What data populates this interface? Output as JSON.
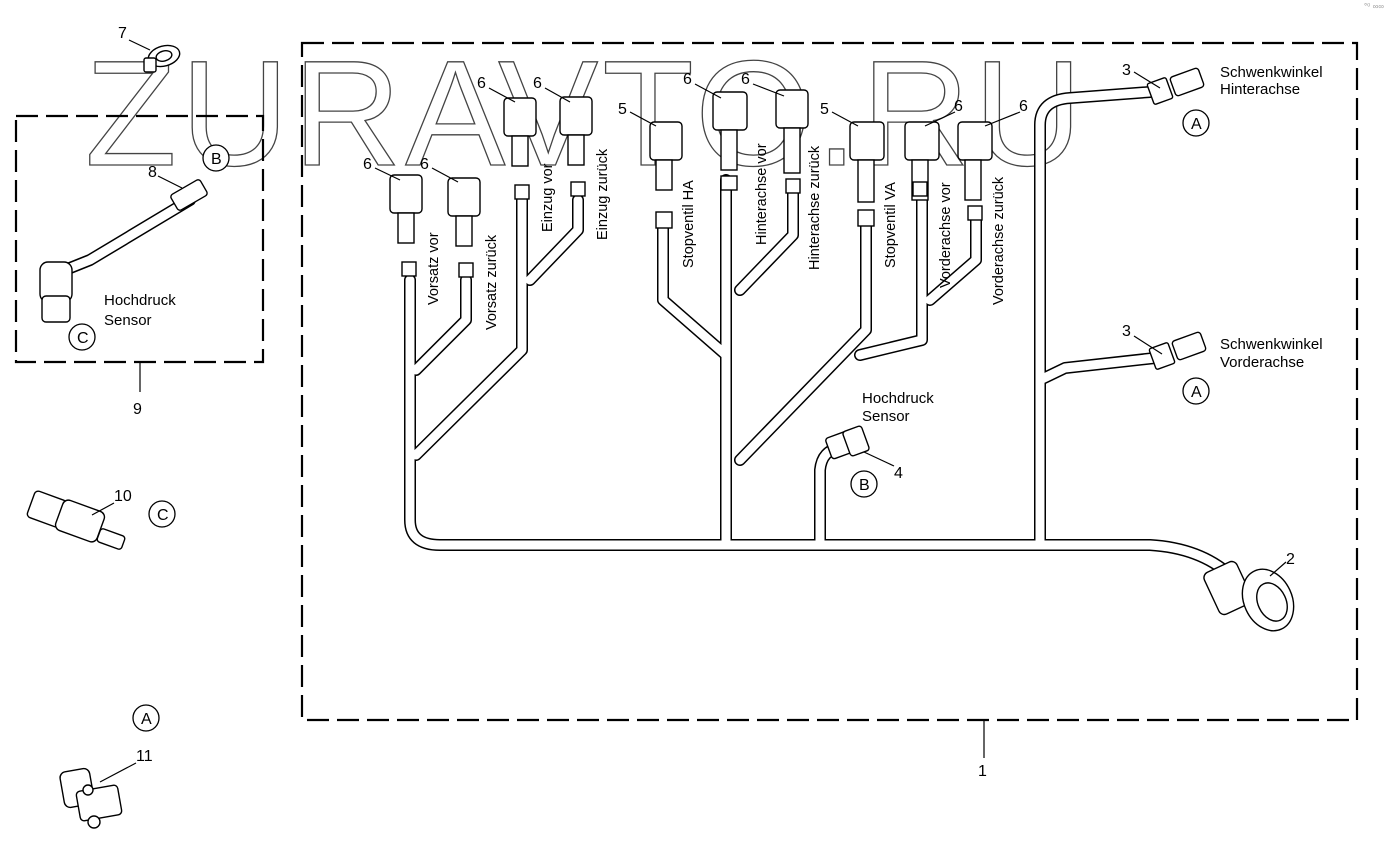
{
  "watermark": "ZURAVTO.RU",
  "corner_mark": "°⁰ ∞∞",
  "parts": {
    "p1": "1",
    "p2": "2",
    "p3a": "3",
    "p3b": "3",
    "p4": "4",
    "p5a": "5",
    "p5b": "5",
    "p6": [
      "6",
      "6",
      "6",
      "6",
      "6",
      "6",
      "6",
      "6"
    ],
    "p7": "7",
    "p8": "8",
    "p9": "9",
    "p10": "10",
    "p11": "11"
  },
  "refs": {
    "a_top": "A",
    "a_mid": "A",
    "a_bottom": "A",
    "b_main": "B",
    "b_box": "B",
    "c_box": "C",
    "c_sensor": "C"
  },
  "labels": {
    "schwenk_hinten_1": "Schwenkwinkel",
    "schwenk_hinten_2": "Hinterachse",
    "schwenk_vorne_1": "Schwenkwinkel",
    "schwenk_vorne_2": "Vorderachse",
    "hochdruck_main_1": "Hochdruck",
    "hochdruck_main_2": "Sensor",
    "hochdruck_box_1": "Hochdruck",
    "hochdruck_box_2": "Sensor"
  },
  "branches": [
    "Vorsatz vor",
    "Vorsatz zurück",
    "Einzug vor",
    "Einzug zurück",
    "Stopventil HA",
    "Hinterachse vor",
    "Hinterachse zurück",
    "Stopventil VA",
    "Vorderachse vor",
    "Vorderachse zurück"
  ]
}
